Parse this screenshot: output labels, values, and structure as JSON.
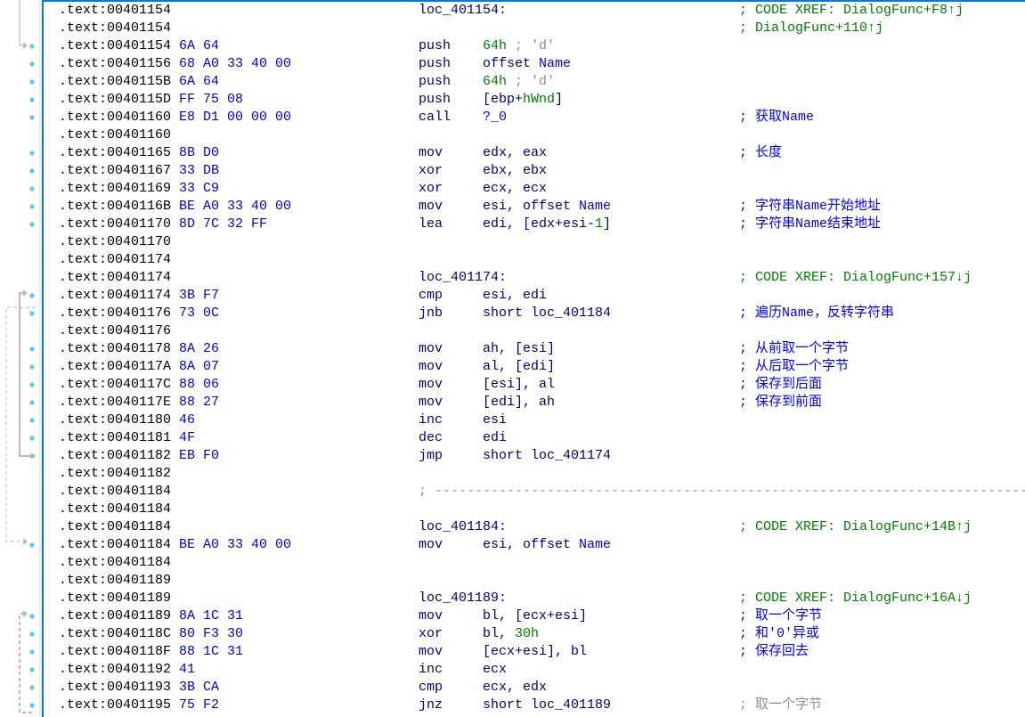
{
  "colors": {
    "accent": "#0a78d7",
    "dot": "#5ac8fa",
    "xref": "#008000",
    "comment": "#0000ff",
    "mnemonic": "#000080"
  },
  "separator": "; ------------------------------------------------------------------------------------------------",
  "rows": [
    {
      "addr": ".text:00401154",
      "label": "loc_401154:",
      "cmt": "; CODE XREF: DialogFunc+F8↑j",
      "ck": "xref"
    },
    {
      "addr": ".text:00401154",
      "cmt": "; DialogFunc+110↑j",
      "ck": "xref"
    },
    {
      "addr": ".text:00401154",
      "bytes": "6A 64",
      "mnem": "push",
      "ops": [
        {
          "t": "64h",
          "k": "num"
        },
        {
          "t": " ; 'd'",
          "k": "gray"
        }
      ],
      "dot": true
    },
    {
      "addr": ".text:00401156",
      "bytes": "68 A0 33 40 00",
      "mnem": "push",
      "ops": [
        {
          "t": "offset ",
          "k": "reg"
        },
        {
          "t": "Name",
          "k": "name"
        }
      ],
      "dot": true
    },
    {
      "addr": ".text:0040115B",
      "bytes": "6A 64",
      "mnem": "push",
      "ops": [
        {
          "t": "64h",
          "k": "num"
        },
        {
          "t": " ; 'd'",
          "k": "gray"
        }
      ],
      "dot": true
    },
    {
      "addr": ".text:0040115D",
      "bytes": "FF 75 08",
      "mnem": "push",
      "ops": [
        {
          "t": "[ebp+",
          "k": "reg"
        },
        {
          "t": "hWnd",
          "k": "num"
        },
        {
          "t": "]",
          "k": "reg"
        }
      ],
      "dot": true
    },
    {
      "addr": ".text:00401160",
      "bytes": "E8 D1 00 00 00",
      "mnem": "call",
      "ops": [
        {
          "t": "?_0",
          "k": "name"
        }
      ],
      "cmt": "; 获取Name",
      "ck": "user",
      "dot": true
    },
    {
      "addr": ".text:00401160"
    },
    {
      "addr": ".text:00401165",
      "bytes": "8B D0",
      "mnem": "mov",
      "ops": [
        {
          "t": "edx, eax",
          "k": "reg"
        }
      ],
      "cmt": "; 长度",
      "ck": "user",
      "dot": true
    },
    {
      "addr": ".text:00401167",
      "bytes": "33 DB",
      "mnem": "xor",
      "ops": [
        {
          "t": "ebx, ebx",
          "k": "reg"
        }
      ],
      "dot": true
    },
    {
      "addr": ".text:00401169",
      "bytes": "33 C9",
      "mnem": "xor",
      "ops": [
        {
          "t": "ecx, ecx",
          "k": "reg"
        }
      ],
      "dot": true
    },
    {
      "addr": ".text:0040116B",
      "bytes": "BE A0 33 40 00",
      "mnem": "mov",
      "ops": [
        {
          "t": "esi, offset ",
          "k": "reg"
        },
        {
          "t": "Name",
          "k": "name"
        }
      ],
      "cmt": "; 字符串Name开始地址",
      "ck": "user",
      "dot": true
    },
    {
      "addr": ".text:00401170",
      "bytes": "8D 7C 32 FF",
      "mnem": "lea",
      "ops": [
        {
          "t": "edi, [edx+esi-",
          "k": "reg"
        },
        {
          "t": "1",
          "k": "num"
        },
        {
          "t": "]",
          "k": "reg"
        }
      ],
      "cmt": "; 字符串Name结束地址",
      "ck": "user",
      "dot": true
    },
    {
      "addr": ".text:00401170"
    },
    {
      "addr": ".text:00401174"
    },
    {
      "addr": ".text:00401174",
      "label": "loc_401174:",
      "cmt": "; CODE XREF: DialogFunc+157↓j",
      "ck": "xref"
    },
    {
      "addr": ".text:00401174",
      "bytes": "3B F7",
      "mnem": "cmp",
      "ops": [
        {
          "t": "esi, edi",
          "k": "reg"
        }
      ],
      "dot": true
    },
    {
      "addr": ".text:00401176",
      "bytes": "73 0C",
      "mnem": "jnb",
      "ops": [
        {
          "t": "short loc_401184",
          "k": "reg"
        }
      ],
      "cmt": "; 遍历Name，反转字符串",
      "ck": "user",
      "dot": true
    },
    {
      "addr": ".text:00401176"
    },
    {
      "addr": ".text:00401178",
      "bytes": "8A 26",
      "mnem": "mov",
      "ops": [
        {
          "t": "ah, [esi]",
          "k": "reg"
        }
      ],
      "cmt": "; 从前取一个字节",
      "ck": "user",
      "dot": true
    },
    {
      "addr": ".text:0040117A",
      "bytes": "8A 07",
      "mnem": "mov",
      "ops": [
        {
          "t": "al, [edi]",
          "k": "reg"
        }
      ],
      "cmt": "; 从后取一个字节",
      "ck": "user",
      "dot": true
    },
    {
      "addr": ".text:0040117C",
      "bytes": "88 06",
      "mnem": "mov",
      "ops": [
        {
          "t": "[esi], al",
          "k": "reg"
        }
      ],
      "cmt": "; 保存到后面",
      "ck": "user",
      "dot": true
    },
    {
      "addr": ".text:0040117E",
      "bytes": "88 27",
      "mnem": "mov",
      "ops": [
        {
          "t": "[edi], ah",
          "k": "reg"
        }
      ],
      "cmt": "; 保存到前面",
      "ck": "user",
      "dot": true
    },
    {
      "addr": ".text:00401180",
      "bytes": "46",
      "mnem": "inc",
      "ops": [
        {
          "t": "esi",
          "k": "reg"
        }
      ],
      "dot": true
    },
    {
      "addr": ".text:00401181",
      "bytes": "4F",
      "mnem": "dec",
      "ops": [
        {
          "t": "edi",
          "k": "reg"
        }
      ],
      "dot": true
    },
    {
      "addr": ".text:00401182",
      "bytes": "EB F0",
      "mnem": "jmp",
      "ops": [
        {
          "t": "short loc_401174",
          "k": "reg"
        }
      ],
      "dot": true
    },
    {
      "addr": ".text:00401182"
    },
    {
      "addr": ".text:00401184",
      "sep": true
    },
    {
      "addr": ".text:00401184"
    },
    {
      "addr": ".text:00401184",
      "label": "loc_401184:",
      "cmt": "; CODE XREF: DialogFunc+14B↑j",
      "ck": "xref"
    },
    {
      "addr": ".text:00401184",
      "bytes": "BE A0 33 40 00",
      "mnem": "mov",
      "ops": [
        {
          "t": "esi, offset ",
          "k": "reg"
        },
        {
          "t": "Name",
          "k": "name"
        }
      ],
      "dot": true
    },
    {
      "addr": ".text:00401184"
    },
    {
      "addr": ".text:00401189"
    },
    {
      "addr": ".text:00401189",
      "label": "loc_401189:",
      "cmt": "; CODE XREF: DialogFunc+16A↓j",
      "ck": "xref"
    },
    {
      "addr": ".text:00401189",
      "bytes": "8A 1C 31",
      "mnem": "mov",
      "ops": [
        {
          "t": "bl, [ecx+esi]",
          "k": "reg"
        }
      ],
      "cmt": "; 取一个字节",
      "ck": "user",
      "dot": true
    },
    {
      "addr": ".text:0040118C",
      "bytes": "80 F3 30",
      "mnem": "xor",
      "ops": [
        {
          "t": "bl, ",
          "k": "reg"
        },
        {
          "t": "30h",
          "k": "num"
        }
      ],
      "cmt": "; 和'0'异或",
      "ck": "user",
      "dot": true
    },
    {
      "addr": ".text:0040118F",
      "bytes": "88 1C 31",
      "mnem": "mov",
      "ops": [
        {
          "t": "[ecx+esi], bl",
          "k": "reg"
        }
      ],
      "cmt": "; 保存回去",
      "ck": "user",
      "dot": true
    },
    {
      "addr": ".text:00401192",
      "bytes": "41",
      "mnem": "inc",
      "ops": [
        {
          "t": "ecx",
          "k": "reg"
        }
      ],
      "dot": true
    },
    {
      "addr": ".text:00401193",
      "bytes": "3B CA",
      "mnem": "cmp",
      "ops": [
        {
          "t": "ecx, edx",
          "k": "reg"
        }
      ],
      "dot": true
    },
    {
      "addr": ".text:00401195",
      "bytes": "75 F2",
      "mnem": "jnz",
      "ops": [
        {
          "t": "short loc_401189",
          "k": "reg"
        }
      ],
      "cmt": "; 取一个字节",
      "ck": "rep",
      "dot": true
    }
  ]
}
